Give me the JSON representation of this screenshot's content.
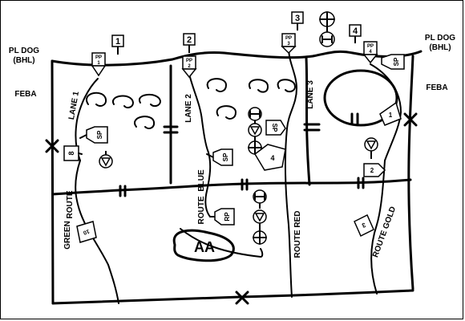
{
  "phase_line": {
    "name": "PL DOG",
    "sub": "(BHL)"
  },
  "feba": "FEBA",
  "lanes": [
    "LANE 1",
    "LANE 2",
    "LANE 3"
  ],
  "routes": [
    "ROUTE GREEN",
    "ROUTE BLUE",
    "ROUTE RED",
    "ROUTE GOLD"
  ],
  "route_green": [
    "ROUTE",
    "GREEN"
  ],
  "route_blue": [
    "BLUE",
    "ROUTE"
  ],
  "passage_points": [
    {
      "top": "PP",
      "num": "1"
    },
    {
      "top": "PP",
      "num": "2"
    },
    {
      "top": "PP",
      "num": "3"
    },
    {
      "top": "PP",
      "num": "4"
    }
  ],
  "lane_numbers": [
    "1",
    "2",
    "3",
    "4"
  ],
  "sp": "SP",
  "rp": "RP",
  "aa": "AA",
  "flag_numbers": [
    "8",
    "4",
    "1",
    "2",
    "10",
    "3"
  ]
}
